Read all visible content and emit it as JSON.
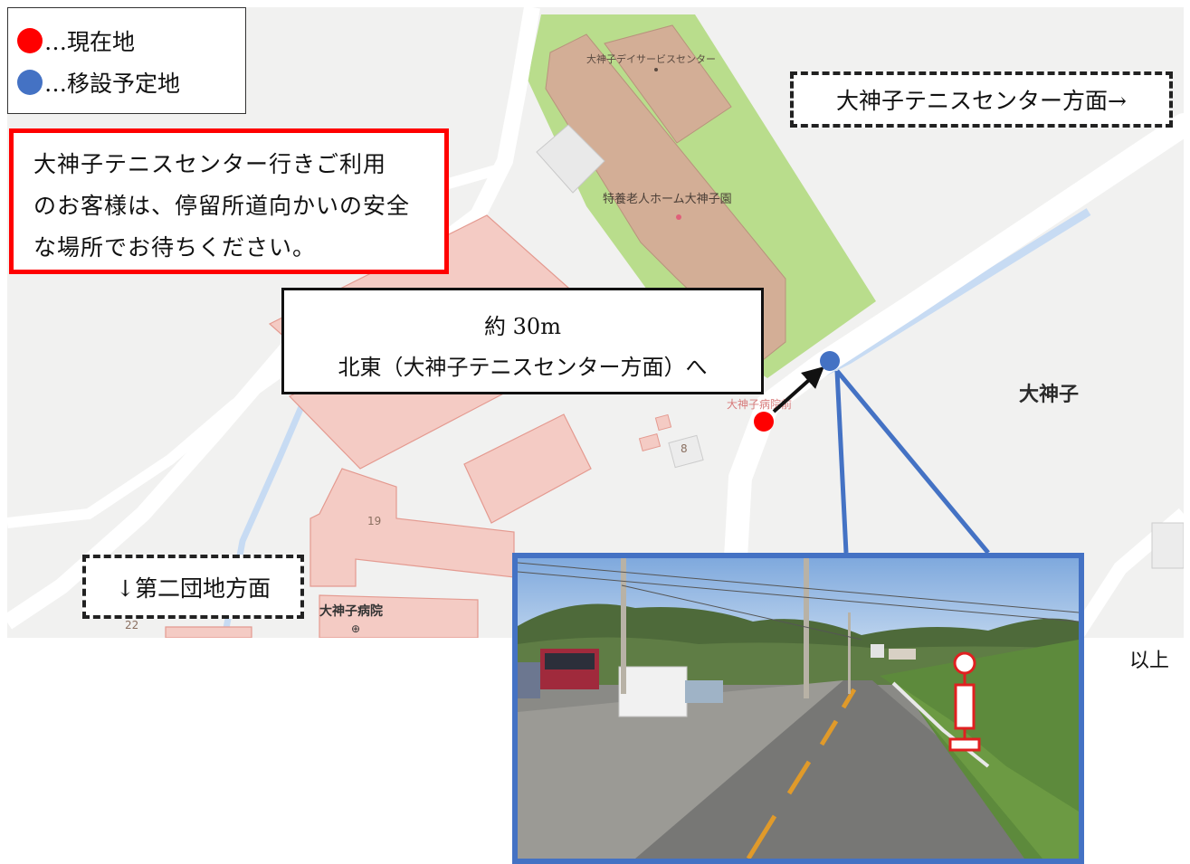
{
  "legend": {
    "current": "…現在地",
    "planned": "…移設予定地",
    "current_color": "#ff0000",
    "planned_color": "#4472c4"
  },
  "notice": {
    "line1": "大神子テニスセンター行きご利用",
    "line2": "のお客様は、停留所道向かいの安全",
    "line3": "な場所でお待ちください。",
    "border_color": "#ff0000"
  },
  "direction_tennis": "大神子テニスセンター方面→",
  "direction_danchi": "↓第二団地方面",
  "distance": {
    "line1": "約 30m",
    "line2": "北東（大神子テニスセンター方面）へ"
  },
  "map_labels": {
    "day_service": "大神子デイサービスセンター",
    "nursing_home": "特養老人ホーム大神子園",
    "bus_stop": "大神子病院前",
    "area": "大神子",
    "hospital": "大神子病院",
    "building_8": "8",
    "building_19": "19",
    "building_22": "22"
  },
  "ending": "以上"
}
